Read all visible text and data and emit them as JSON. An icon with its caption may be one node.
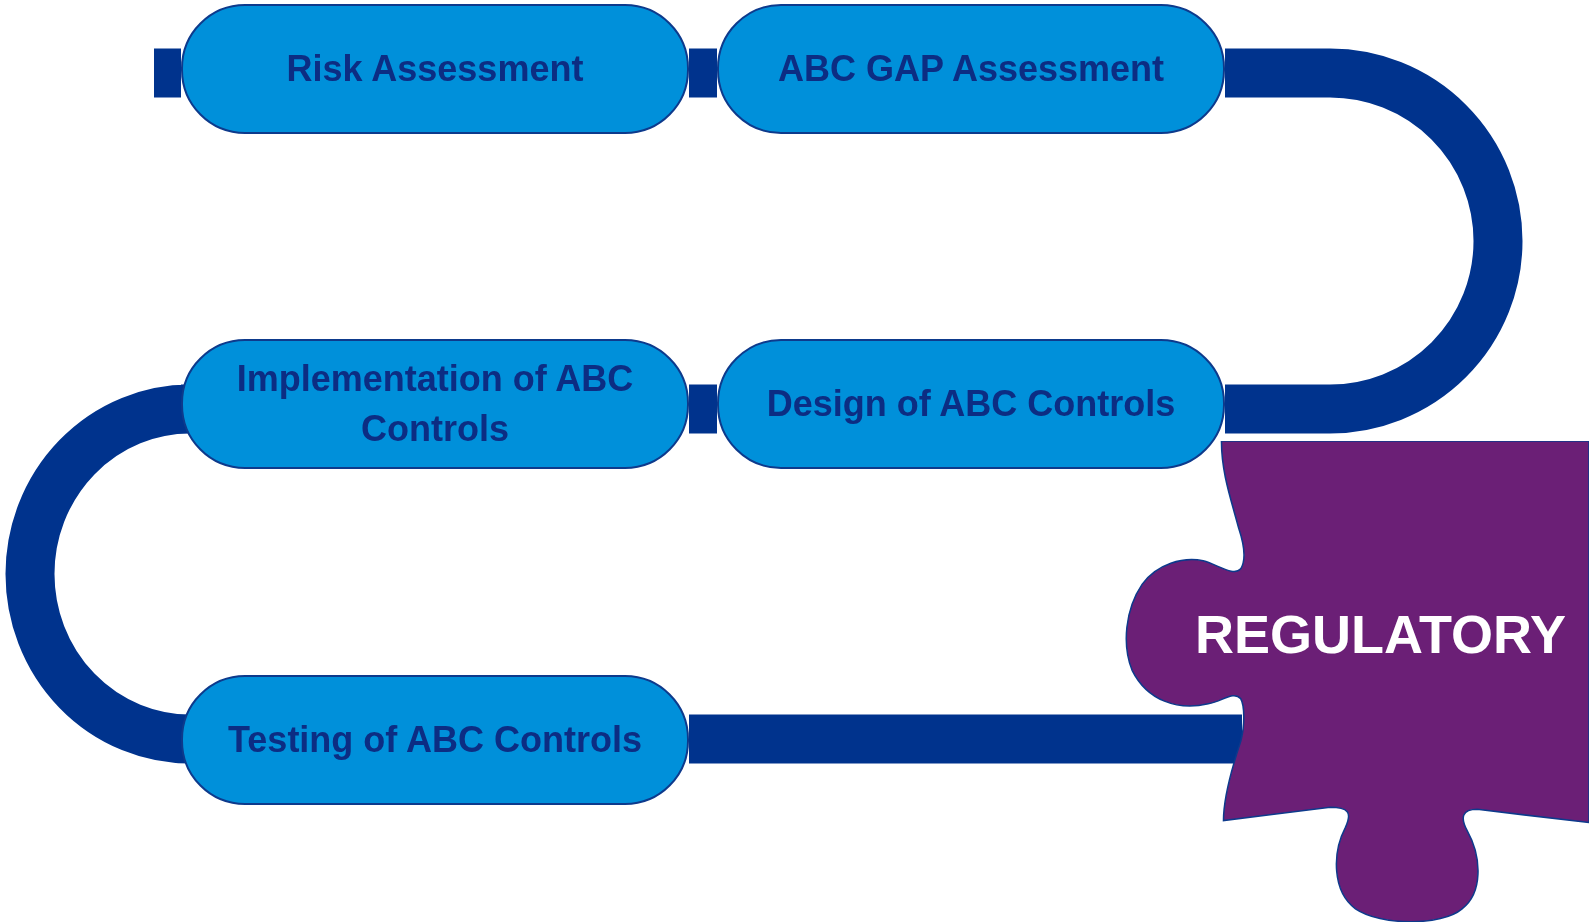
{
  "diagram": {
    "nodes": [
      {
        "text": [
          "Risk Assessment"
        ]
      },
      {
        "text": [
          "ABC GAP Assessment"
        ]
      },
      {
        "text": [
          "Design of ABC Controls"
        ]
      },
      {
        "text": [
          "Implementation of ABC Controls"
        ]
      },
      {
        "text": [
          "Testing of ABC Controls"
        ]
      },
      {
        "text": [
          "REGULATORY"
        ]
      }
    ],
    "edges": [
      {
        "from": null,
        "to": 0,
        "arrow": "none"
      },
      {
        "from": 0,
        "to": 1,
        "arrow": "none"
      },
      {
        "from": 1,
        "to": 2,
        "arrow": "none"
      },
      {
        "from": 2,
        "to": 3,
        "arrow": "none"
      },
      {
        "from": 3,
        "to": 4,
        "arrow": "none"
      },
      {
        "from": 4,
        "to": 5,
        "arrow": "none"
      }
    ]
  }
}
